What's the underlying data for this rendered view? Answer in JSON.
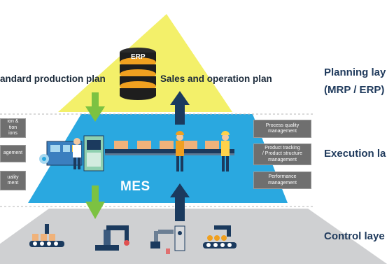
{
  "layers": {
    "planning": {
      "label_line1": "Planning lay",
      "label_line2": "(MRP / ERP)"
    },
    "execution": {
      "label": "Execution la"
    },
    "control": {
      "label": "Control laye"
    }
  },
  "planning_tier": {
    "left_text": "andard production plan",
    "right_text": "Sales and operation plan",
    "erp_label": "ERP"
  },
  "execution_tier": {
    "mes_label": "MES",
    "left_boxes": [
      {
        "text": "ion &\ntion\nions"
      },
      {
        "text": "agement"
      },
      {
        "text": "uality\nment"
      }
    ],
    "right_boxes": [
      {
        "text": "Process quality\nmanagement"
      },
      {
        "text": "Product tracking\n/ Product structure\nmanagement"
      },
      {
        "text": "Performance\nmanagement"
      }
    ]
  },
  "colors": {
    "planning_yellow": "#f3f06a",
    "execution_blue": "#2aa8e0",
    "control_gray": "#cfd0d2",
    "arrow_green": "#7cc242",
    "arrow_navy": "#1b3a5e",
    "label_navy": "#1f3a5c"
  },
  "icons": [
    "erp-database-icon",
    "production-line-icon",
    "worker-icon",
    "robot-arm-icon",
    "conveyor-icon"
  ]
}
